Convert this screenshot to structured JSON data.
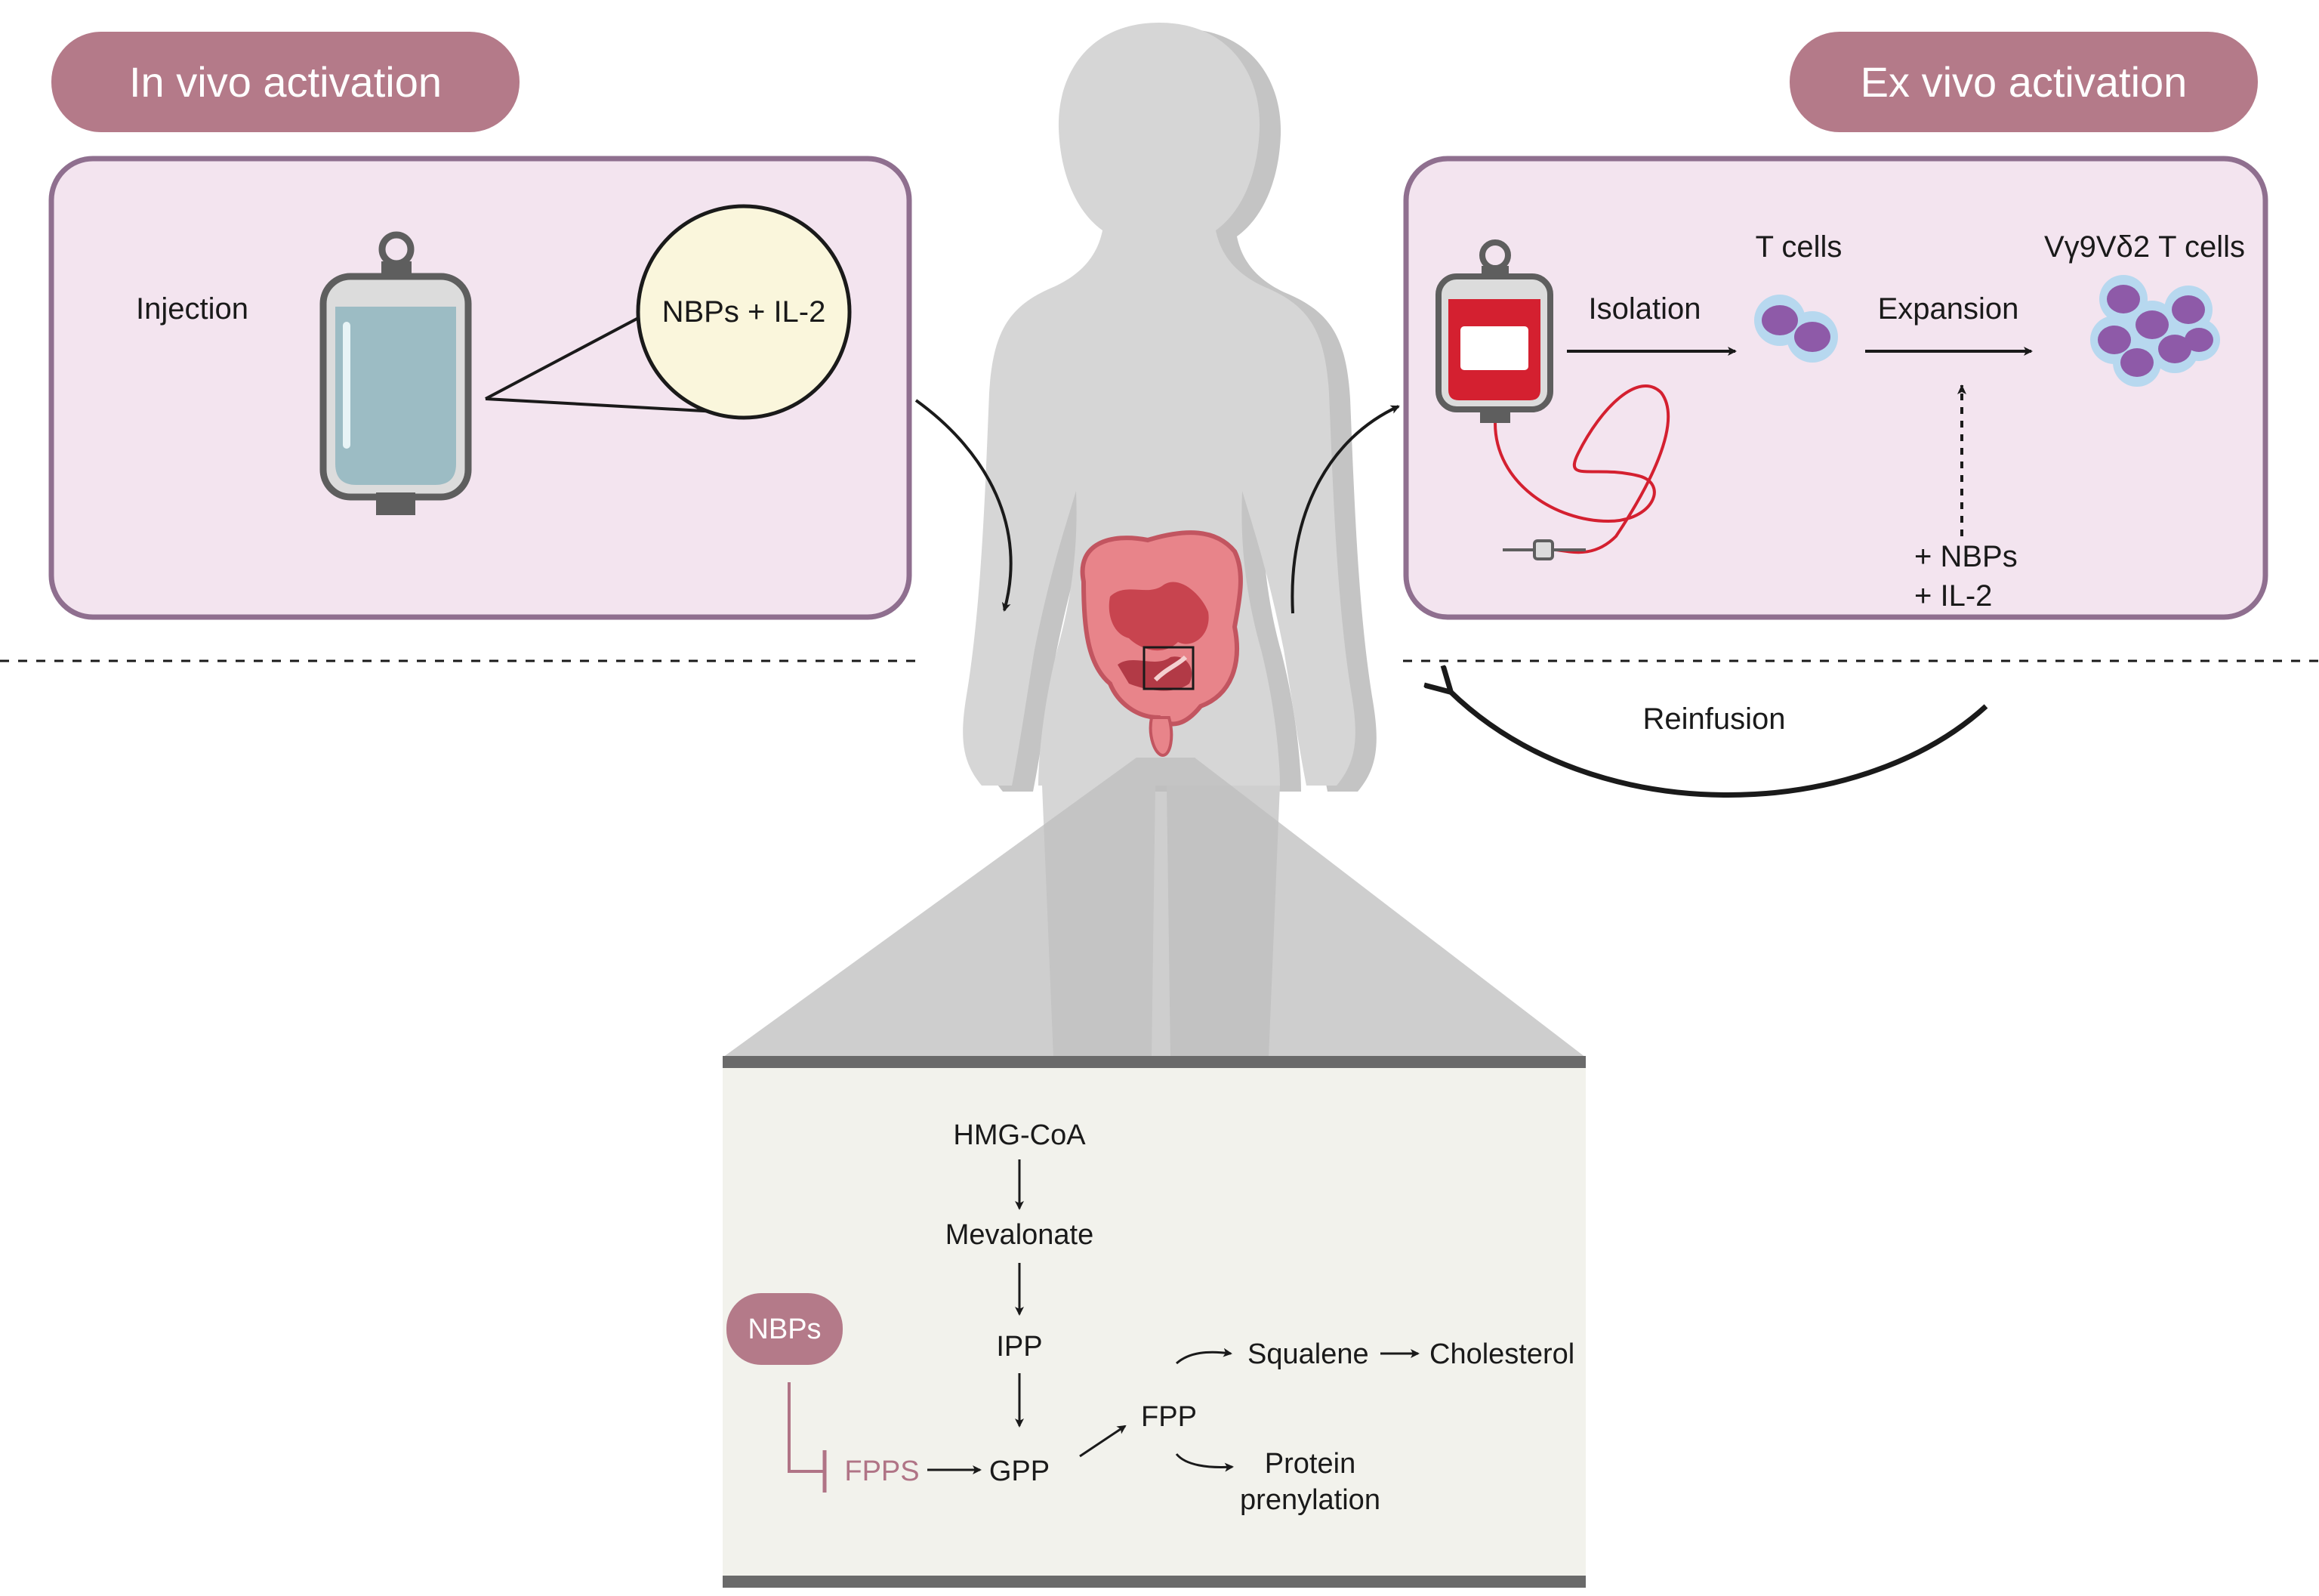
{
  "colors": {
    "accent": "#b47a89",
    "panel_fill": "#f3e4ef",
    "panel_border": "#8f6f8f",
    "blood_red": "#d42030",
    "iv_fluid": "#9cbcc4",
    "cell_purple": "#8e5aa8",
    "cell_halo": "#b7d8ef",
    "intestine": "#e0727c",
    "silhouette": "#d6d6d6",
    "pathway_bg": "#f2f2ec",
    "inhibition": "#b07486"
  },
  "left_panel": {
    "title": "In vivo activation",
    "injection_label": "Injection",
    "bubble_label": "NBPs + IL-2"
  },
  "right_panel": {
    "title": "Ex vivo activation",
    "isolation_label": "Isolation",
    "tcells_label": "T cells",
    "expansion_label": "Expansion",
    "vgamma_label": "Vγ9Vδ2 T cells",
    "nbps_label": "+ NBPs",
    "il2_label": "+ IL-2",
    "reinfusion_label": "Reinfusion"
  },
  "pathway": {
    "hmg_coa": "HMG-CoA",
    "mevalonate": "Mevalonate",
    "ipp": "IPP",
    "gpp": "GPP",
    "fpp": "FPP",
    "squalene": "Squalene",
    "cholesterol": "Cholesterol",
    "protein_line1": "Protein",
    "protein_line2": "prenylation",
    "nbps_pill": "NBPs",
    "fpps": "FPPS"
  },
  "icons": [
    "iv-bag-icon",
    "blood-bag-icon",
    "t-cell-icon",
    "intestine-icon",
    "human-silhouette-icon"
  ]
}
